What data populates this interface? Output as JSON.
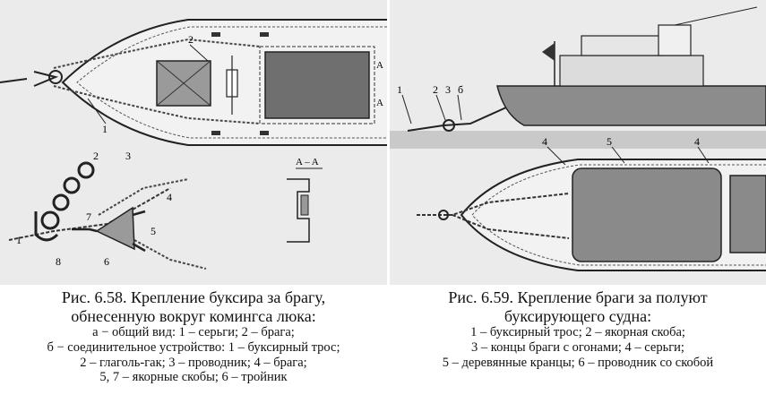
{
  "figures": {
    "left": {
      "caption_title_1": "Рис. 6.58. Крепление буксира за брагу,",
      "caption_title_2": "обнесенную вокруг комингса люка:",
      "caption_lines": [
        "а − общий вид: 1 – серьги; 2 – брага;",
        "б − соединительное устройство: 1 – буксирный трос;",
        "2 – глаголь-гак; 3 – проводник; 4 – брага;",
        "5, 7 – якорные скобы; 6 – тройник"
      ],
      "labels": {
        "a1": "1",
        "a2": "2",
        "a_section": "A",
        "a_section2": "A",
        "section_title": "A – A",
        "b1": "1",
        "b2": "2",
        "b3": "3",
        "b4": "4",
        "b5": "5",
        "b6": "6",
        "b7": "7",
        "b8": "8"
      }
    },
    "right": {
      "caption_title_1": "Рис. 6.59. Крепление браги за полуют",
      "caption_title_2": "буксирующего судна:",
      "caption_lines": [
        "1 – буксирный трос; 2 – якорная скоба;",
        "3 – концы браги с огонами; 4 – серьги;",
        "5 – деревянные кранцы; 6 – проводник со скобой"
      ],
      "labels": {
        "r1": "1",
        "r2": "2",
        "r3": "3",
        "r6": "б",
        "r4a": "4",
        "r5": "5",
        "r4b": "4"
      }
    }
  },
  "colors": {
    "background_gray": "#e7e7e7",
    "hatch_gray": "#6f6f6f",
    "water_gray": "#c9c9c9",
    "hull_gray": "#8c8c8c"
  }
}
